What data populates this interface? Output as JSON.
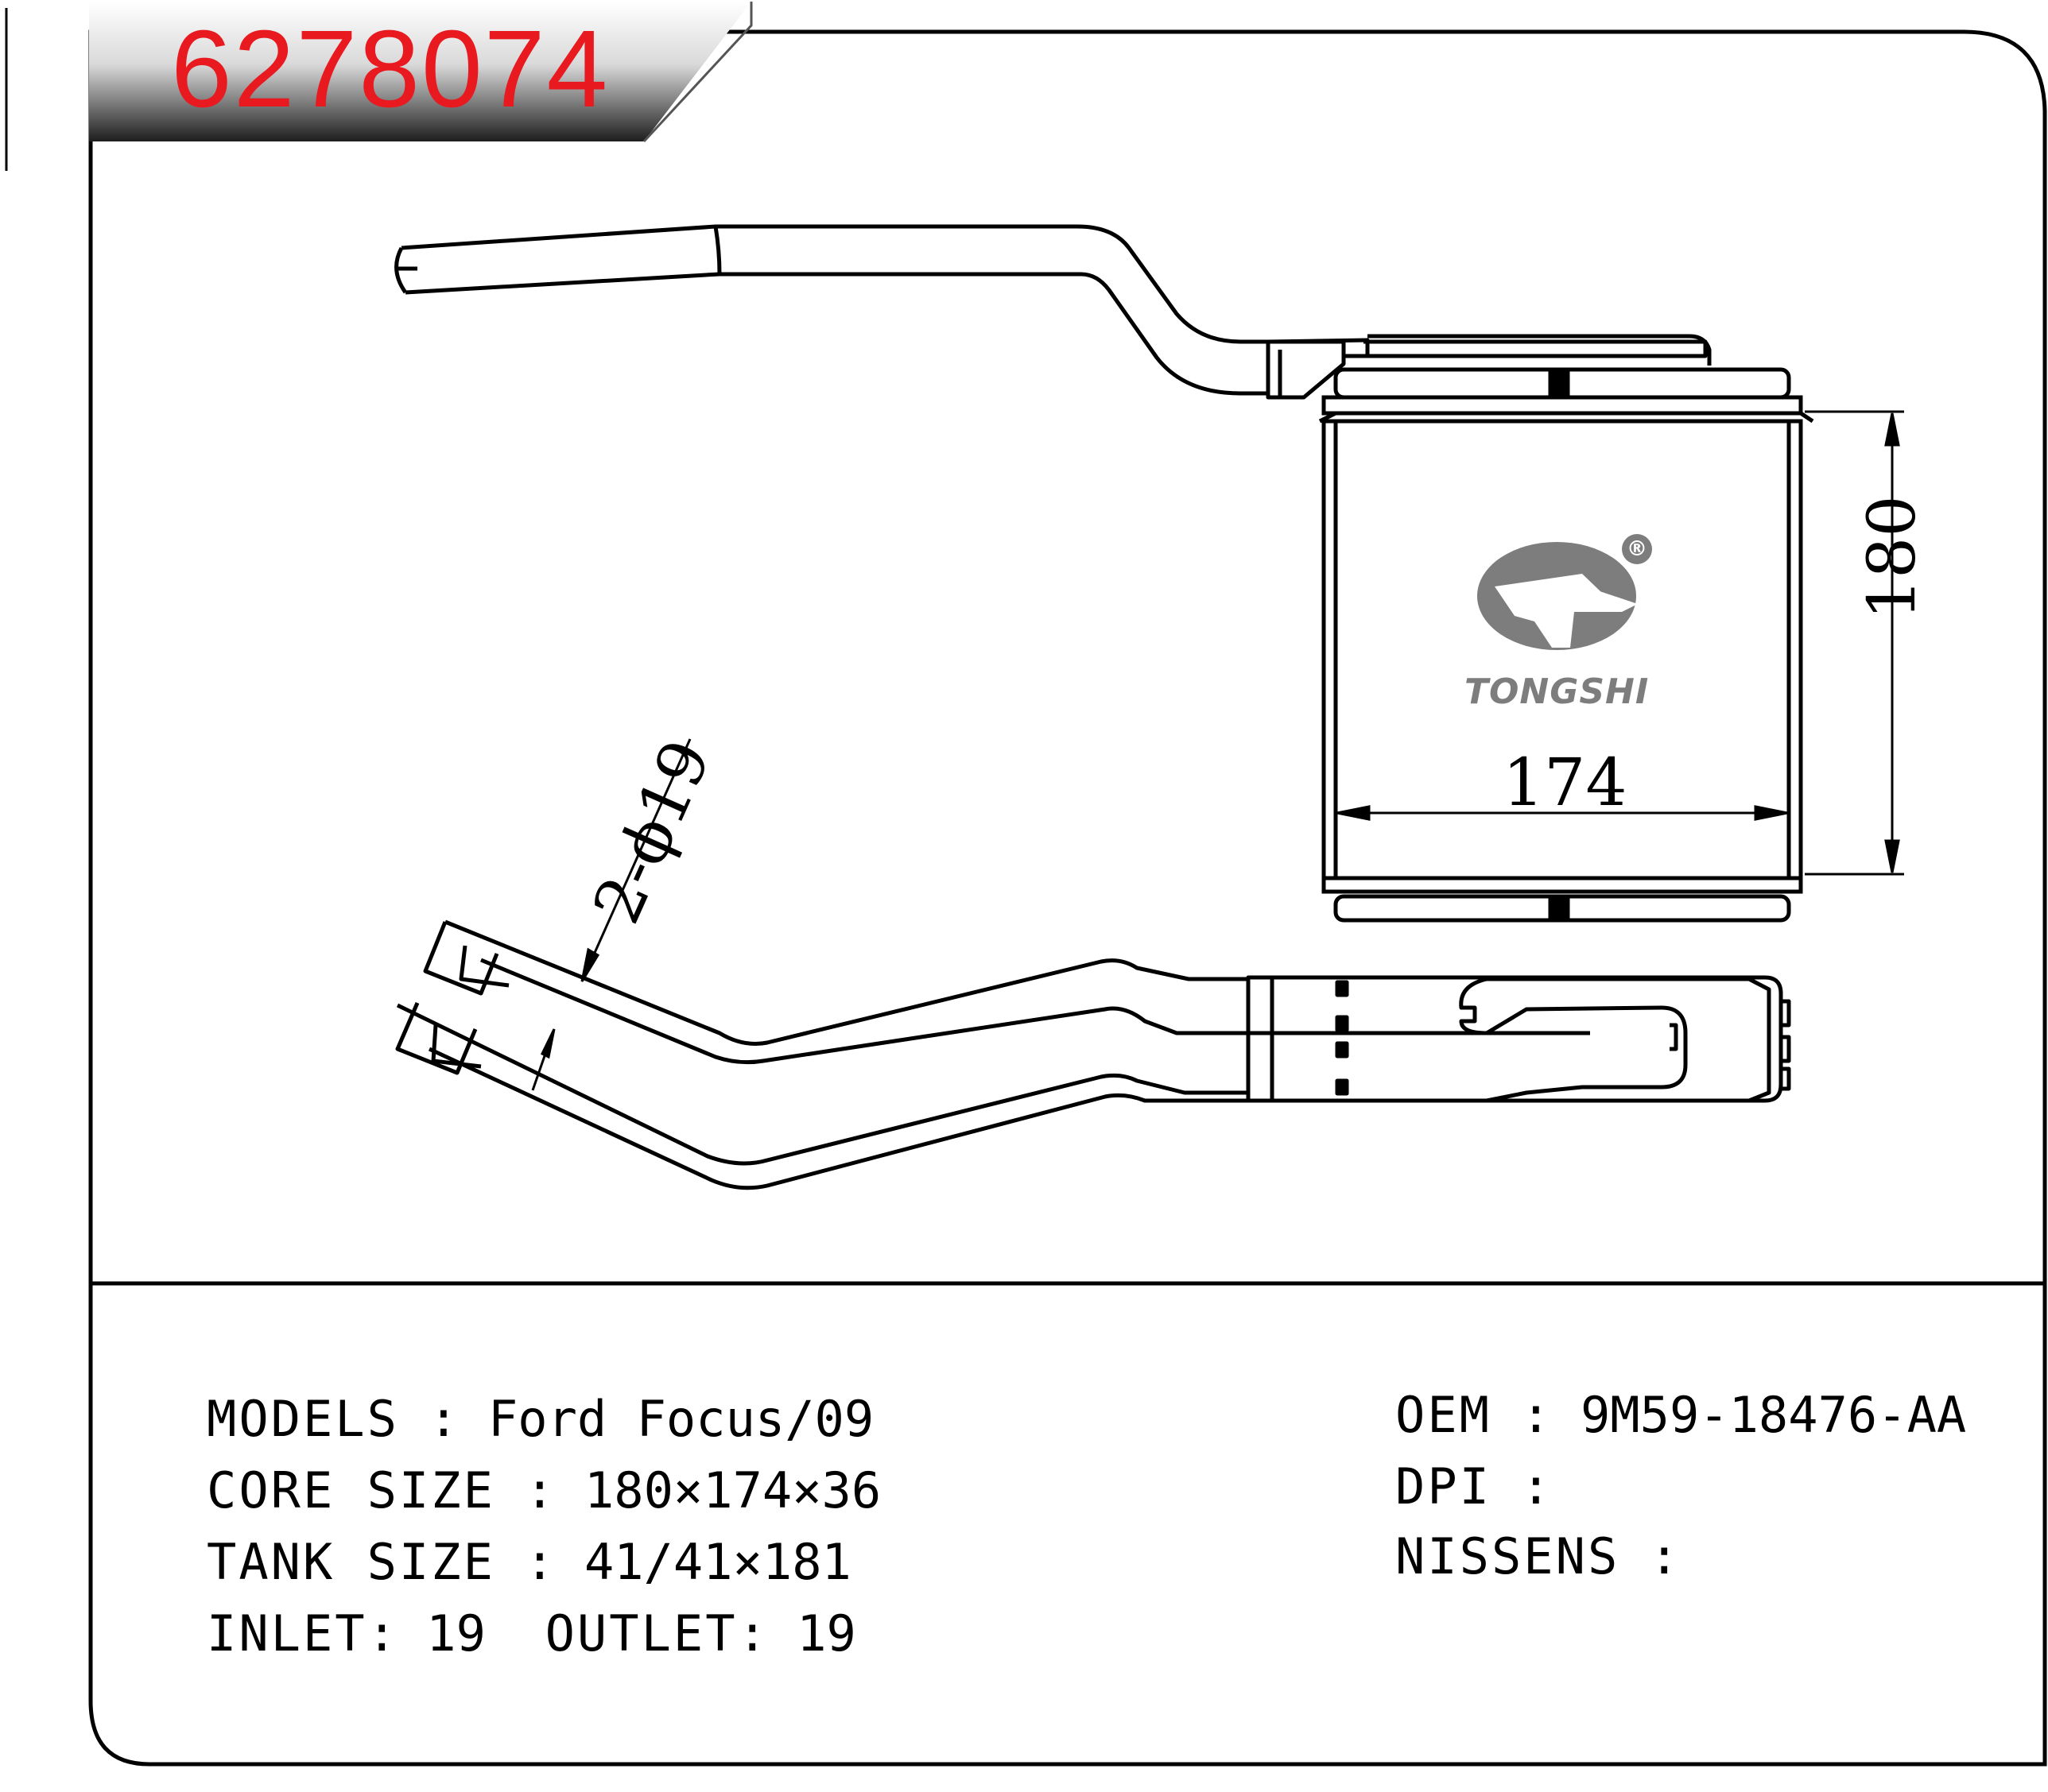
{
  "part_number": "6278074",
  "drawing": {
    "width_dim": "174",
    "height_dim": "180",
    "pipe_dim": "2-ϕ19"
  },
  "logo": {
    "brand": "TONGSHI",
    "registered": "®",
    "color": "#7d7d7d"
  },
  "specs": {
    "models_label": "MODELS",
    "models_value": "Ford Focus/09",
    "core_label": "CORE SIZE",
    "core_value": "180×174×36",
    "tank_label": "TANK SIZE",
    "tank_value": "41/41×181",
    "inlet_label": "INLET",
    "inlet_value": "19",
    "outlet_label": "OUTLET",
    "outlet_value": "19",
    "oem_label": "OEM",
    "oem_value": "9M59-18476-AA",
    "dpi_label": "DPI",
    "dpi_value": "",
    "nissens_label": "NISSENS",
    "nissens_value": ""
  },
  "colors": {
    "accent": "#e8191f",
    "header_dark": "#2b2b2b",
    "line": "#000000"
  }
}
